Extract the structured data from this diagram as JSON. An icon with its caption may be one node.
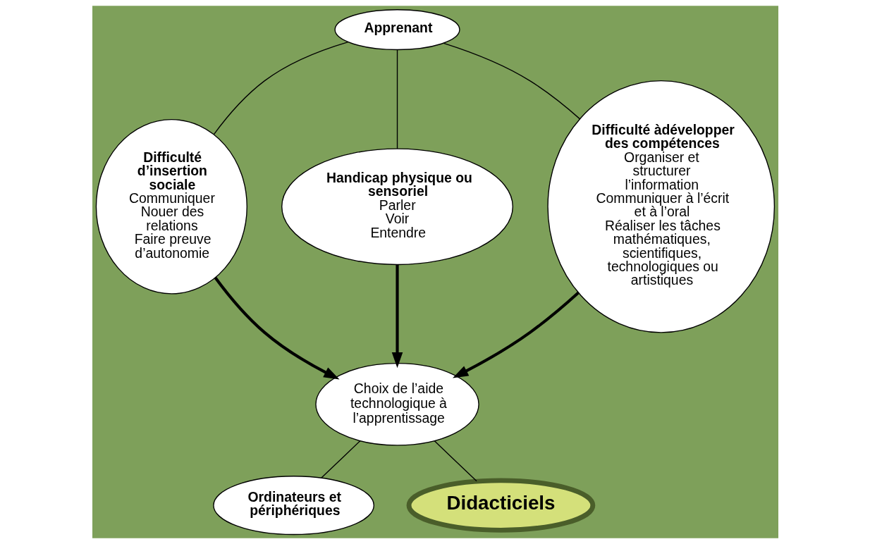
{
  "diagram": {
    "nodes": [
      {
        "text": [
          "Apprenant"
        ]
      },
      {
        "text": [
          "Difficulté d’insertion sociale",
          "Communiquer",
          "Nouer des relations",
          "Faire preuve d’autonomie"
        ]
      },
      {
        "text": [
          "Handicap physique ou sensoriel",
          "Parler",
          "Voir",
          "Entendre"
        ]
      },
      {
        "text": [
          "Difficulté àdévelopper des compétences",
          "Organiser et structurer l’information",
          "Communiquer à l’écrit et à l’oral",
          "Réaliser les tâches mathématiques, scientifiques, technologiques ou artistiques"
        ]
      },
      {
        "text": [
          "Choix de l’aide technologique à l’apprentissage"
        ]
      },
      {
        "text": [
          "Ordinateurs et périphériques"
        ]
      },
      {
        "text": [
          "Didacticiels"
        ]
      }
    ],
    "edges": [
      {
        "from": 0,
        "to": 1,
        "arrow": "none"
      },
      {
        "from": 0,
        "to": 2,
        "arrow": "none"
      },
      {
        "from": 0,
        "to": 3,
        "arrow": "none"
      },
      {
        "from": 1,
        "to": 4,
        "arrow": "to",
        "style": "thick"
      },
      {
        "from": 2,
        "to": 4,
        "arrow": "to",
        "style": "thick"
      },
      {
        "from": 3,
        "to": 4,
        "arrow": "to",
        "style": "thick"
      },
      {
        "from": 4,
        "to": 5,
        "arrow": "none"
      },
      {
        "from": 4,
        "to": 6,
        "arrow": "none"
      }
    ]
  }
}
